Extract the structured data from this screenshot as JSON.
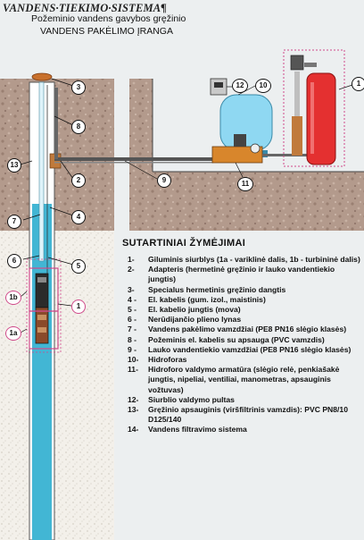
{
  "title": "VANDENS·TIEKIMO·SISTEMA¶",
  "subtitle_1": "Požeminio vandens gavybos gręžinio",
  "subtitle_2": "VANDENS PAKĖLIMO ĮRANGA",
  "legend_title": "SUTARTINIAI ŽYMĖJIMAI",
  "legend": [
    {
      "num": "1-",
      "text": "Giluminis siurblys (1a - variklinė dalis, 1b - turbininė dalis)"
    },
    {
      "num": "2-",
      "text": "Adapteris (hermetinė gręžinio ir lauko vandentiekio jungtis)"
    },
    {
      "num": "3-",
      "text": "Specialus hermetinis gręžinio dangtis"
    },
    {
      "num": "4 -",
      "text": "El. kabelis (gum. izol., maistinis)"
    },
    {
      "num": "5 -",
      "text": "El. kabelio jungtis (mova)"
    },
    {
      "num": "6 -",
      "text": "Nerūdijančio plieno lynas"
    },
    {
      "num": "7 -",
      "text": "Vandens pakėlimo vamzdžiai (PE8 PN16 slėgio klasės)"
    },
    {
      "num": "8 -",
      "text": "Požeminis el. kabelis su apsauga (PVC vamzdis)"
    },
    {
      "num": "9 -",
      "text": "Lauko vandentiekio vamzdžiai (PE8 PN16 slėgio klasės)"
    },
    {
      "num": "10-",
      "text": "Hidroforas"
    },
    {
      "num": "11-",
      "text": "Hidroforo valdymo armatūra (slėgio relė, penkiašakė jungtis, nipeliai, ventiliai, manometras, apsauginis vožtuvas)"
    },
    {
      "num": "12-",
      "text": "Siurblio valdymo pultas"
    },
    {
      "num": "13-",
      "text": "Gręžinio apsauginis (viršfiltrinis vamzdis): PVC PN8/10 D125/140"
    },
    {
      "num": "14-",
      "text": "Vandens filtravimo sistema"
    }
  ],
  "callouts": {
    "c1": "1",
    "c1a": "1a",
    "c1b": "1b",
    "c2": "2",
    "c3": "3",
    "c4": "4",
    "c5": "5",
    "c6": "6",
    "c7": "7",
    "c8": "8",
    "c9": "9",
    "c10": "10",
    "c11": "11",
    "c12": "12",
    "c13": "13",
    "c14": "1"
  },
  "colors": {
    "soil": "#b49a8a",
    "sand": "#f2efe8",
    "water": "#3fb3d2",
    "tank": "#8fd8f2",
    "filter_tank": "#e43030",
    "highlight": "#d04a8a"
  }
}
